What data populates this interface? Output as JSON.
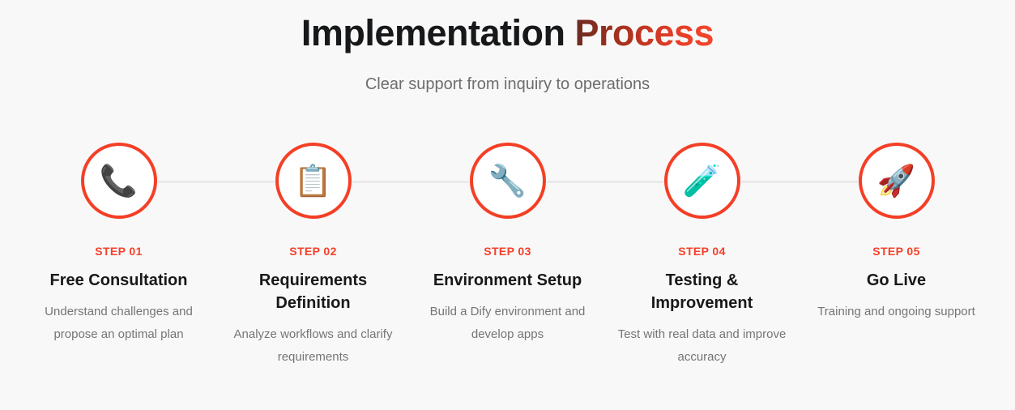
{
  "page": {
    "background_color": "#f8f8f8",
    "accent_color": "#f5402a",
    "accent_gradient_start": "#6b2a20",
    "accent_gradient_end": "#f5462c",
    "connector_color": "#eaeaea"
  },
  "header": {
    "title_plain": "Implementation ",
    "title_accent": "Process",
    "subtitle": "Clear support from inquiry to operations"
  },
  "steps": [
    {
      "number": "STEP 01",
      "title": "Free Consultation",
      "description": "Understand challenges and propose an optimal plan",
      "icon": "telephone-receiver-icon",
      "icon_glyph": "📞"
    },
    {
      "number": "STEP 02",
      "title": "Requirements Definition",
      "description": "Analyze workflows and clarify requirements",
      "icon": "clipboard-icon",
      "icon_glyph": "📋"
    },
    {
      "number": "STEP 03",
      "title": "Environment Setup",
      "description": "Build a Dify environment and develop apps",
      "icon": "wrench-icon",
      "icon_glyph": "🔧"
    },
    {
      "number": "STEP 04",
      "title": "Testing & Improvement",
      "description": "Test with real data and improve accuracy",
      "icon": "test-tube-icon",
      "icon_glyph": "🧪"
    },
    {
      "number": "STEP 05",
      "title": "Go Live",
      "description": "Training and ongoing support",
      "icon": "rocket-icon",
      "icon_glyph": "🚀"
    }
  ]
}
